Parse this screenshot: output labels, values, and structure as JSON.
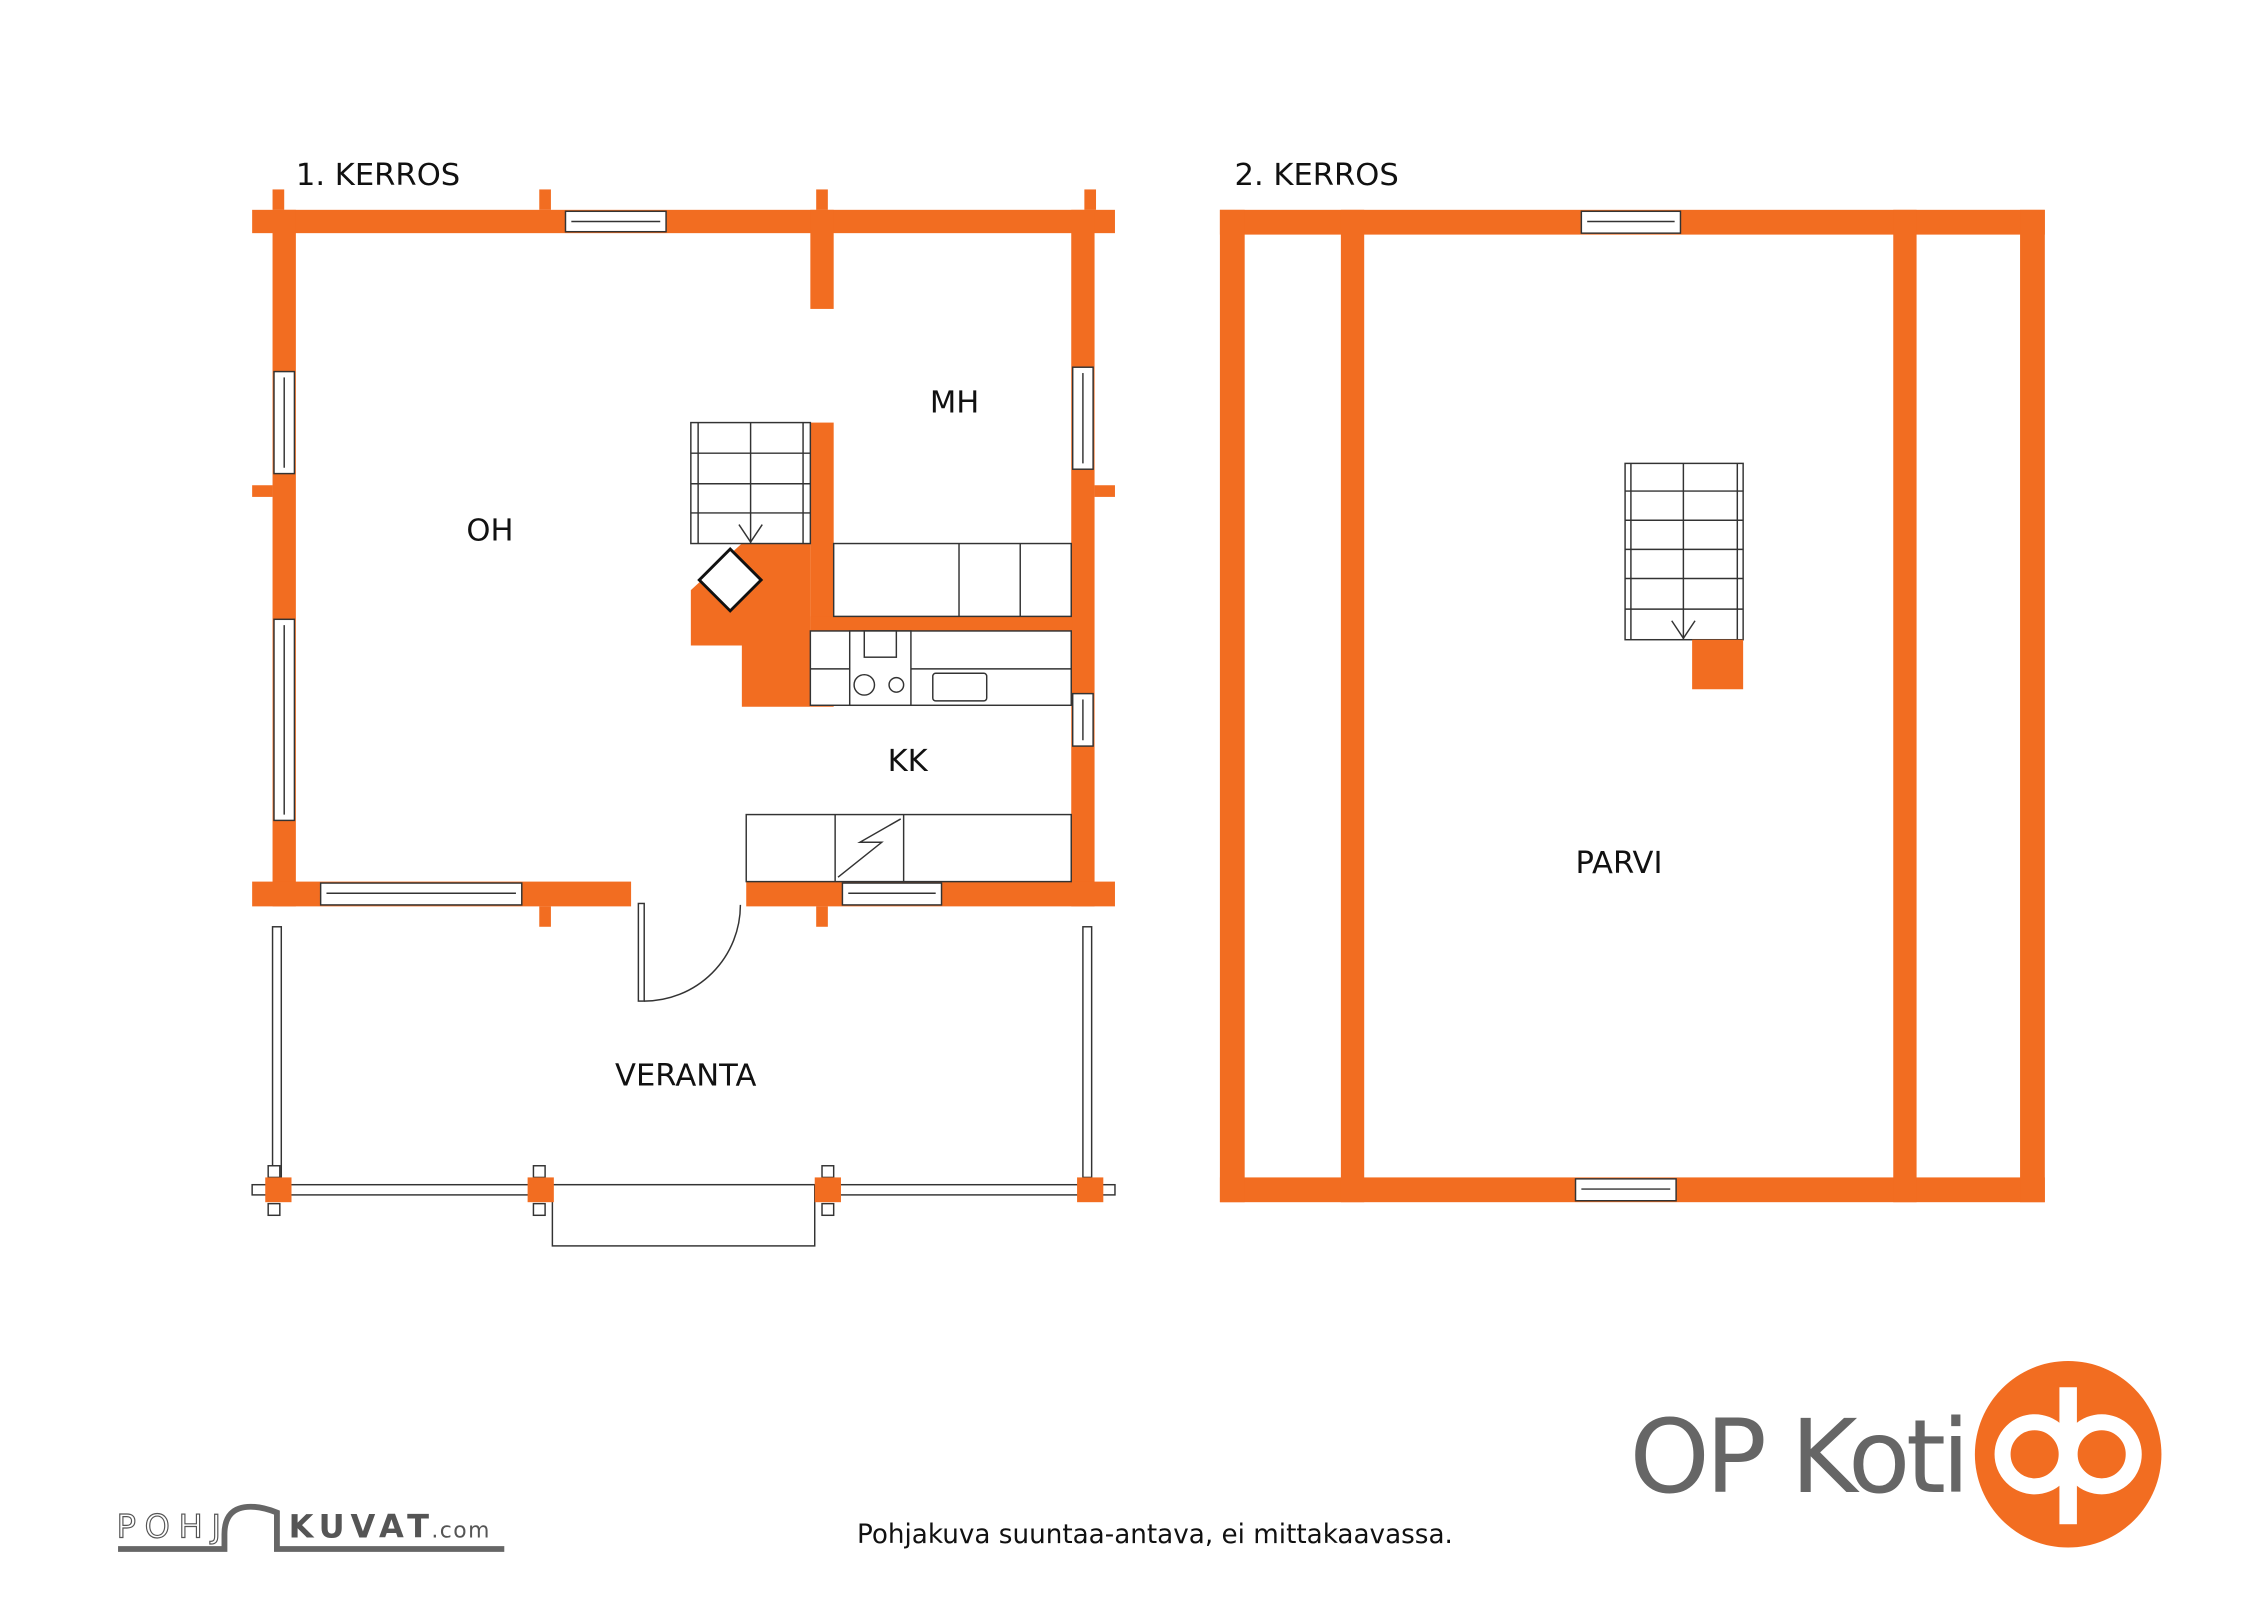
{
  "floor1": {
    "title": "1. KERROS",
    "rooms": {
      "oh": "OH",
      "mh": "MH",
      "kk": "KK",
      "veranta": "VERANTA"
    }
  },
  "floor2": {
    "title": "2. KERROS",
    "rooms": {
      "parvi": "PARVI"
    }
  },
  "footer": {
    "disclaimer": "Pohjakuva suuntaa-antava, ei mittakaavassa.",
    "pohjakuvat_logo": "POHJAKUVAT.com",
    "brand": "OP Koti"
  },
  "colors": {
    "wall": "#f26d21",
    "brand_text": "#666666"
  }
}
